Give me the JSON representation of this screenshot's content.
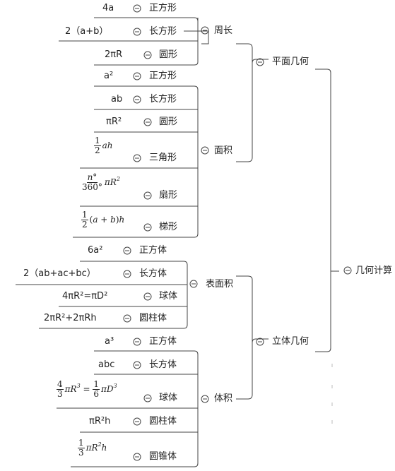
{
  "root": {
    "label": "几何计算",
    "icon": "collapse-circle-icon"
  },
  "plane": {
    "label": "平面几何",
    "perimeter": {
      "label": "周长",
      "items": [
        {
          "formula": "4a",
          "shape": "正方形"
        },
        {
          "formula": "2（a+b）",
          "shape": "长方形"
        },
        {
          "formula": "2πR",
          "shape": "圆形"
        }
      ]
    },
    "area": {
      "label": "面积",
      "items": [
        {
          "formula": "a²",
          "shape": "正方形"
        },
        {
          "formula": "ab",
          "shape": "长方形"
        },
        {
          "formula": "πR²",
          "shape": "圆形"
        },
        {
          "formula": "1/2 ah",
          "shape": "三角形"
        },
        {
          "formula": "n°/360° πR²",
          "shape": "扇形"
        },
        {
          "formula": "1/2 (a+b)h",
          "shape": "梯形"
        }
      ]
    }
  },
  "solid": {
    "label": "立体几何",
    "surface": {
      "label": "表面积",
      "items": [
        {
          "formula": "6a²",
          "shape": "正方体"
        },
        {
          "formula": "2（ab+ac+bc）",
          "shape": "长方体"
        },
        {
          "formula": "4πR²=πD²",
          "shape": "球体"
        },
        {
          "formula": "2πR²+2πRh",
          "shape": "圆柱体"
        }
      ]
    },
    "volume": {
      "label": "体积",
      "items": [
        {
          "formula": "a³",
          "shape": "正方体"
        },
        {
          "formula": "abc",
          "shape": "长方体"
        },
        {
          "formula": "4/3 πR³ = 1/6 πD³",
          "shape": "球体"
        },
        {
          "formula": "πR²h",
          "shape": "圆柱体"
        },
        {
          "formula": "1/3 πR²h",
          "shape": "圆锥体"
        }
      ]
    }
  }
}
